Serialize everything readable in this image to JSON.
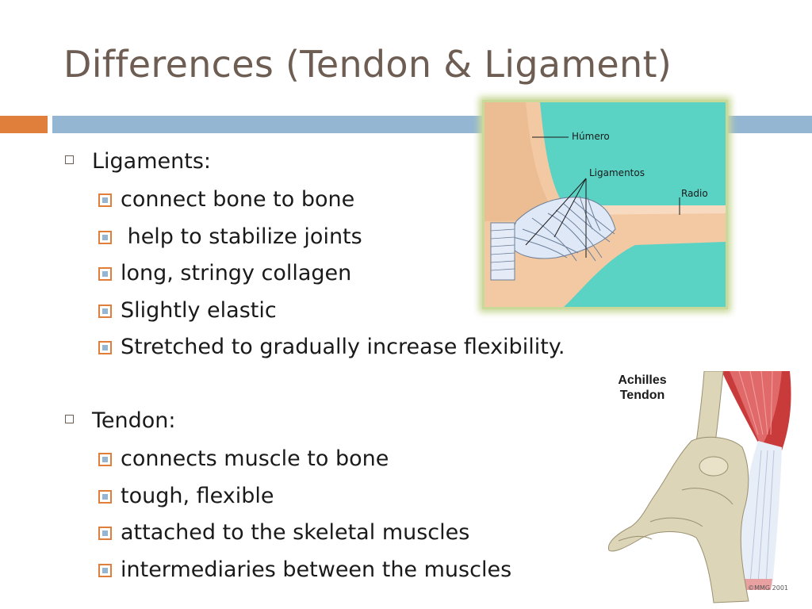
{
  "title": "Differences (Tendon & Ligament)",
  "colors": {
    "title": "#6e5d52",
    "accent_orange": "#e07e3c",
    "accent_blue": "#94b6d2"
  },
  "sections": [
    {
      "heading": "Ligaments:",
      "items": [
        "connect bone to bone",
        " help to stabilize joints",
        "long, stringy collagen",
        "Slightly elastic",
        "Stretched to gradually increase flexibility."
      ]
    },
    {
      "heading": "Tendon:",
      "items": [
        "connects muscle to bone",
        "tough, flexible",
        "attached to the skeletal muscles",
        "intermediaries between the muscles"
      ]
    }
  ],
  "elbow_figure": {
    "labels": {
      "humerus": "Húmero",
      "ligaments": "Ligamentos",
      "radius": "Radio"
    }
  },
  "achilles_figure": {
    "label_line1": "Achilles",
    "label_line2": "Tendon",
    "copyright": "©MMG 2001"
  }
}
